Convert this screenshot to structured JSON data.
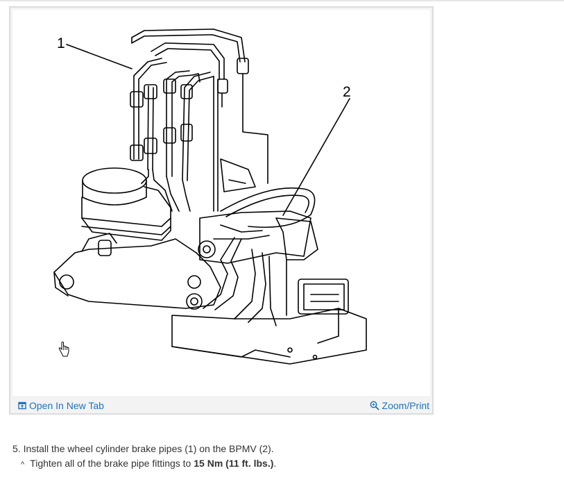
{
  "figure": {
    "callouts": [
      "1",
      "2"
    ],
    "open_link_label": "Open In New Tab",
    "zoom_link_label": "Zoom/Print",
    "link_color": "#1e73be"
  },
  "instruction": {
    "step_text": "5. Install the wheel cylinder brake pipes (1) on the BPMV (2).",
    "sub_prefix": "Tighten all of the brake pipe fittings to ",
    "torque": "15 Nm (11 ft. lbs.)",
    "sub_suffix": "."
  },
  "icons": {
    "open_tab": "open-in-new-tab-icon",
    "zoom": "magnifier-icon",
    "cursor": "hand-pointer-cursor-icon",
    "bullet": "caret-up-icon"
  }
}
